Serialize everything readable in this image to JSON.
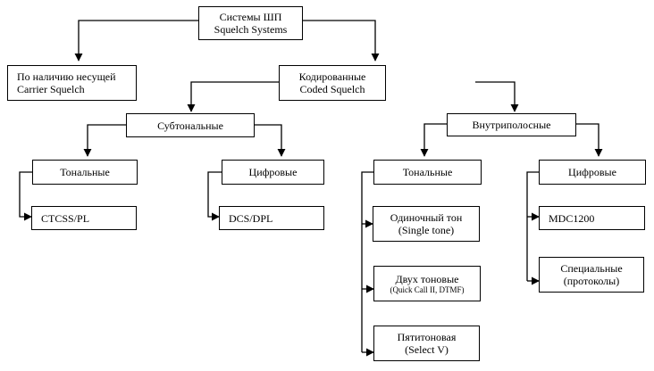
{
  "diagram": {
    "root": {
      "line1": "Системы ШП",
      "line2": "Squelch Systems"
    },
    "carrier": {
      "line1": "По наличию несущей",
      "line2": "Carrier Squelch"
    },
    "coded": {
      "line1": "Кодированные",
      "line2": "Coded Squelch"
    },
    "subtone": {
      "label": "Субтональные"
    },
    "inband": {
      "label": "Внутриполосные"
    },
    "sub_tonal": {
      "label": "Тональные"
    },
    "sub_digital": {
      "label": "Цифровые"
    },
    "in_tonal": {
      "label": "Тональные"
    },
    "in_digital": {
      "label": "Цифровые"
    },
    "ctcss": {
      "label": "CTCSS/PL"
    },
    "dcs": {
      "label": "DCS/DPL"
    },
    "single_tone": {
      "line1": "Одиночный тон",
      "line2": "(Single tone)"
    },
    "two_tone": {
      "line1": "Двух тоновые",
      "line2": "(Quick Call II, DTMF)"
    },
    "five_tone": {
      "line1": "Пятитоновая",
      "line2": "(Select V)"
    },
    "mdc1200": {
      "label": "MDC1200"
    },
    "special": {
      "line1": "Специальные",
      "line2": "(протоколы)"
    }
  }
}
